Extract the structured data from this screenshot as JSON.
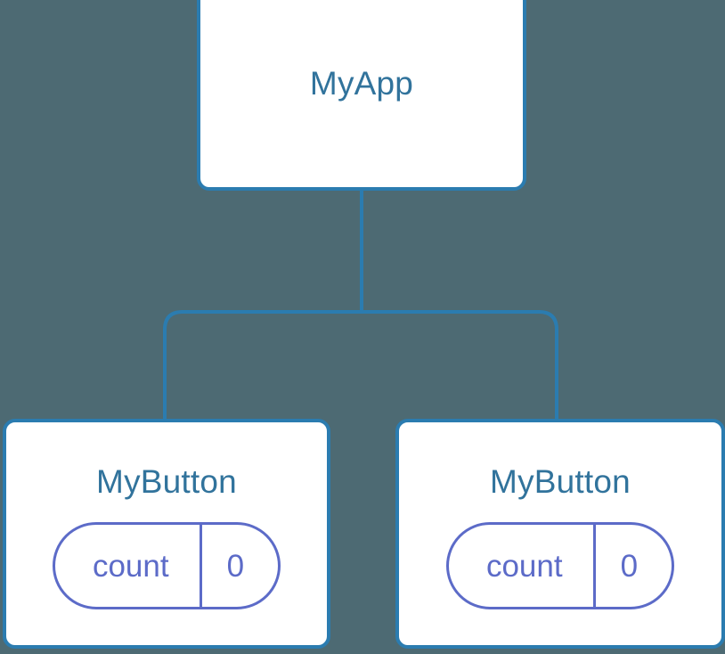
{
  "diagram": {
    "type": "component-tree",
    "background_color": "#4d6a73",
    "node_border_color": "#2b7cb0",
    "node_fill_color": "#ffffff",
    "node_title_color": "#31739c",
    "state_accent_color": "#5c6bc8",
    "edge_color": "#2b7cb0"
  },
  "root": {
    "label": "MyApp"
  },
  "children": [
    {
      "label": "MyButton",
      "state": {
        "key": "count",
        "value": "0"
      }
    },
    {
      "label": "MyButton",
      "state": {
        "key": "count",
        "value": "0"
      }
    }
  ]
}
